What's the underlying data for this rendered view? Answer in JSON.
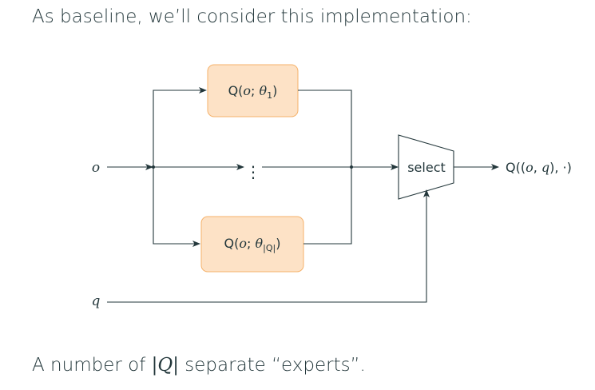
{
  "intro_text": "As baseline, we’ll consider this implementation:",
  "outro": {
    "before": "A number of ",
    "math": "|Q|",
    "after": " separate “experts”."
  },
  "diagram": {
    "input_o": "o",
    "input_q": "q",
    "expert_top": {
      "Q": "Q(",
      "o": "o",
      "semi": "; ",
      "theta": "θ",
      "sub": "1",
      "close": ")"
    },
    "expert_bottom": {
      "Q": "Q(",
      "o": "o",
      "semi": "; ",
      "theta": "θ",
      "sub": "|Q|",
      "close": ")"
    },
    "ellipsis": "⋮",
    "select_label": "select",
    "output": {
      "a": "Q((",
      "o": "o",
      "comma": ", ",
      "q": "q",
      "b": "), ·)"
    },
    "colors": {
      "box_fill": "#fde2c6",
      "box_stroke": "#f5b26b",
      "line": "#23373b"
    }
  }
}
